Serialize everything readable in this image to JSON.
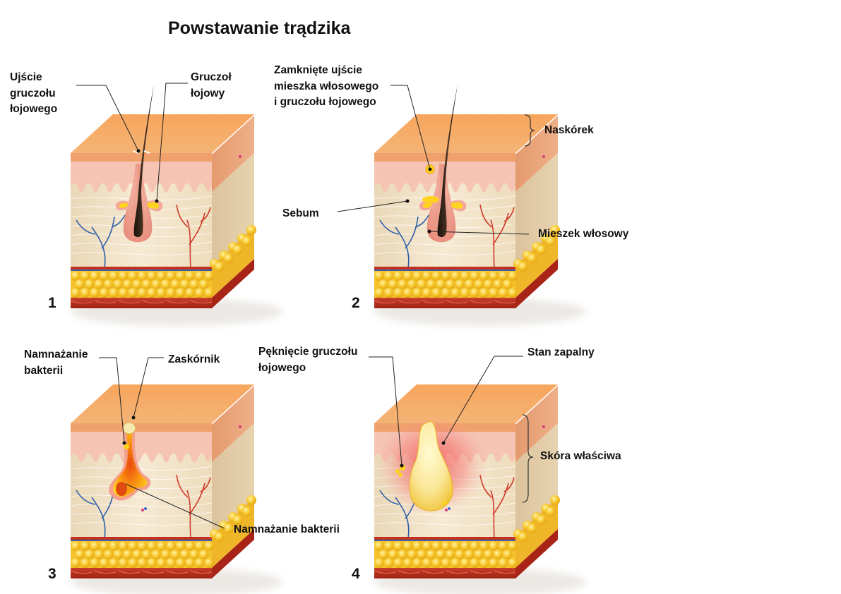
{
  "title": "Powstawanie trądzika",
  "panels": [
    {
      "number": "1",
      "labels": [
        "Ujście\ngruczołu\nłojowego",
        "Gruczoł\nłojowy"
      ]
    },
    {
      "number": "2",
      "labels": [
        "Zamknięte ujście\nmieszka włosowego\ni gruczołu łojowego",
        "Naskórek",
        "Sebum",
        "Mieszek włosowy"
      ]
    },
    {
      "number": "3",
      "labels": [
        "Namnażanie\nbakterii",
        "Zaskórnik",
        "Namnażanie bakterii"
      ]
    },
    {
      "number": "4",
      "labels": [
        "Pęknięcie gruczołu\nłojowego",
        "Stan zapalny",
        "Skóra właściwa"
      ]
    }
  ],
  "colors": {
    "epidermis_top": "#f5a460",
    "epidermis_front": "#f7c9b5",
    "dermis": "#f1e2c8",
    "fat": "#f5c127",
    "muscle": "#b42a1c",
    "hair": "#2e2018",
    "sebum": "#ffd21e",
    "inflammation": "#f26a6a"
  }
}
